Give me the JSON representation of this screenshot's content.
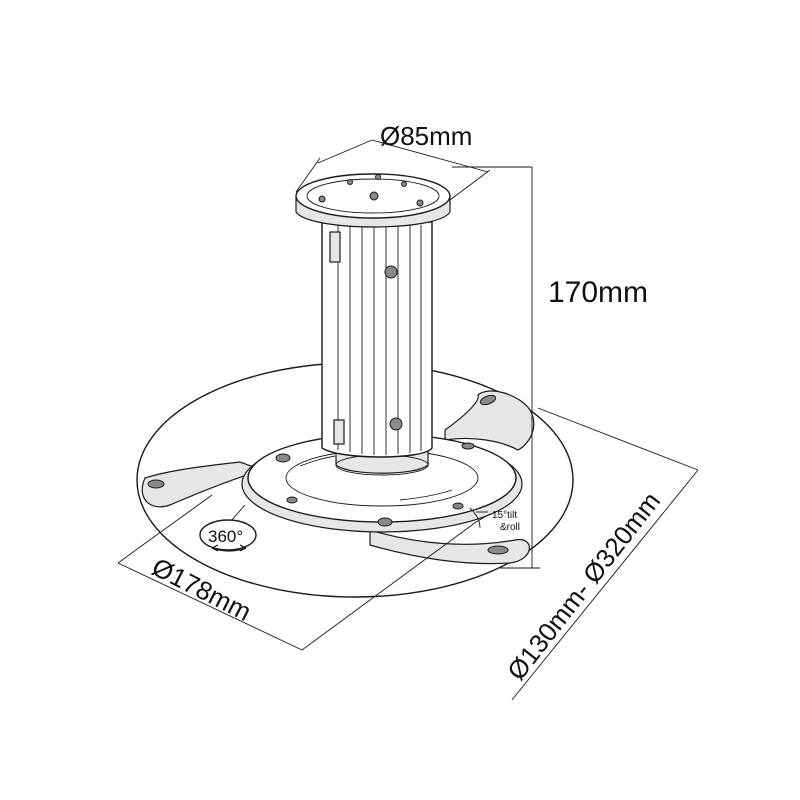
{
  "labels": {
    "plate_diameter": "Ø85mm",
    "height": "170mm",
    "arm_diameter": "Ø178mm",
    "mount_range": "Ø130mm- Ø320mm",
    "rotation": "360°",
    "tilt_line1": "15°tilt",
    "tilt_line2": "&roll"
  },
  "colors": {
    "line": "#1a1a1a",
    "fill_light": "#e6e6e6",
    "fill_dark": "#8a8a8a"
  }
}
